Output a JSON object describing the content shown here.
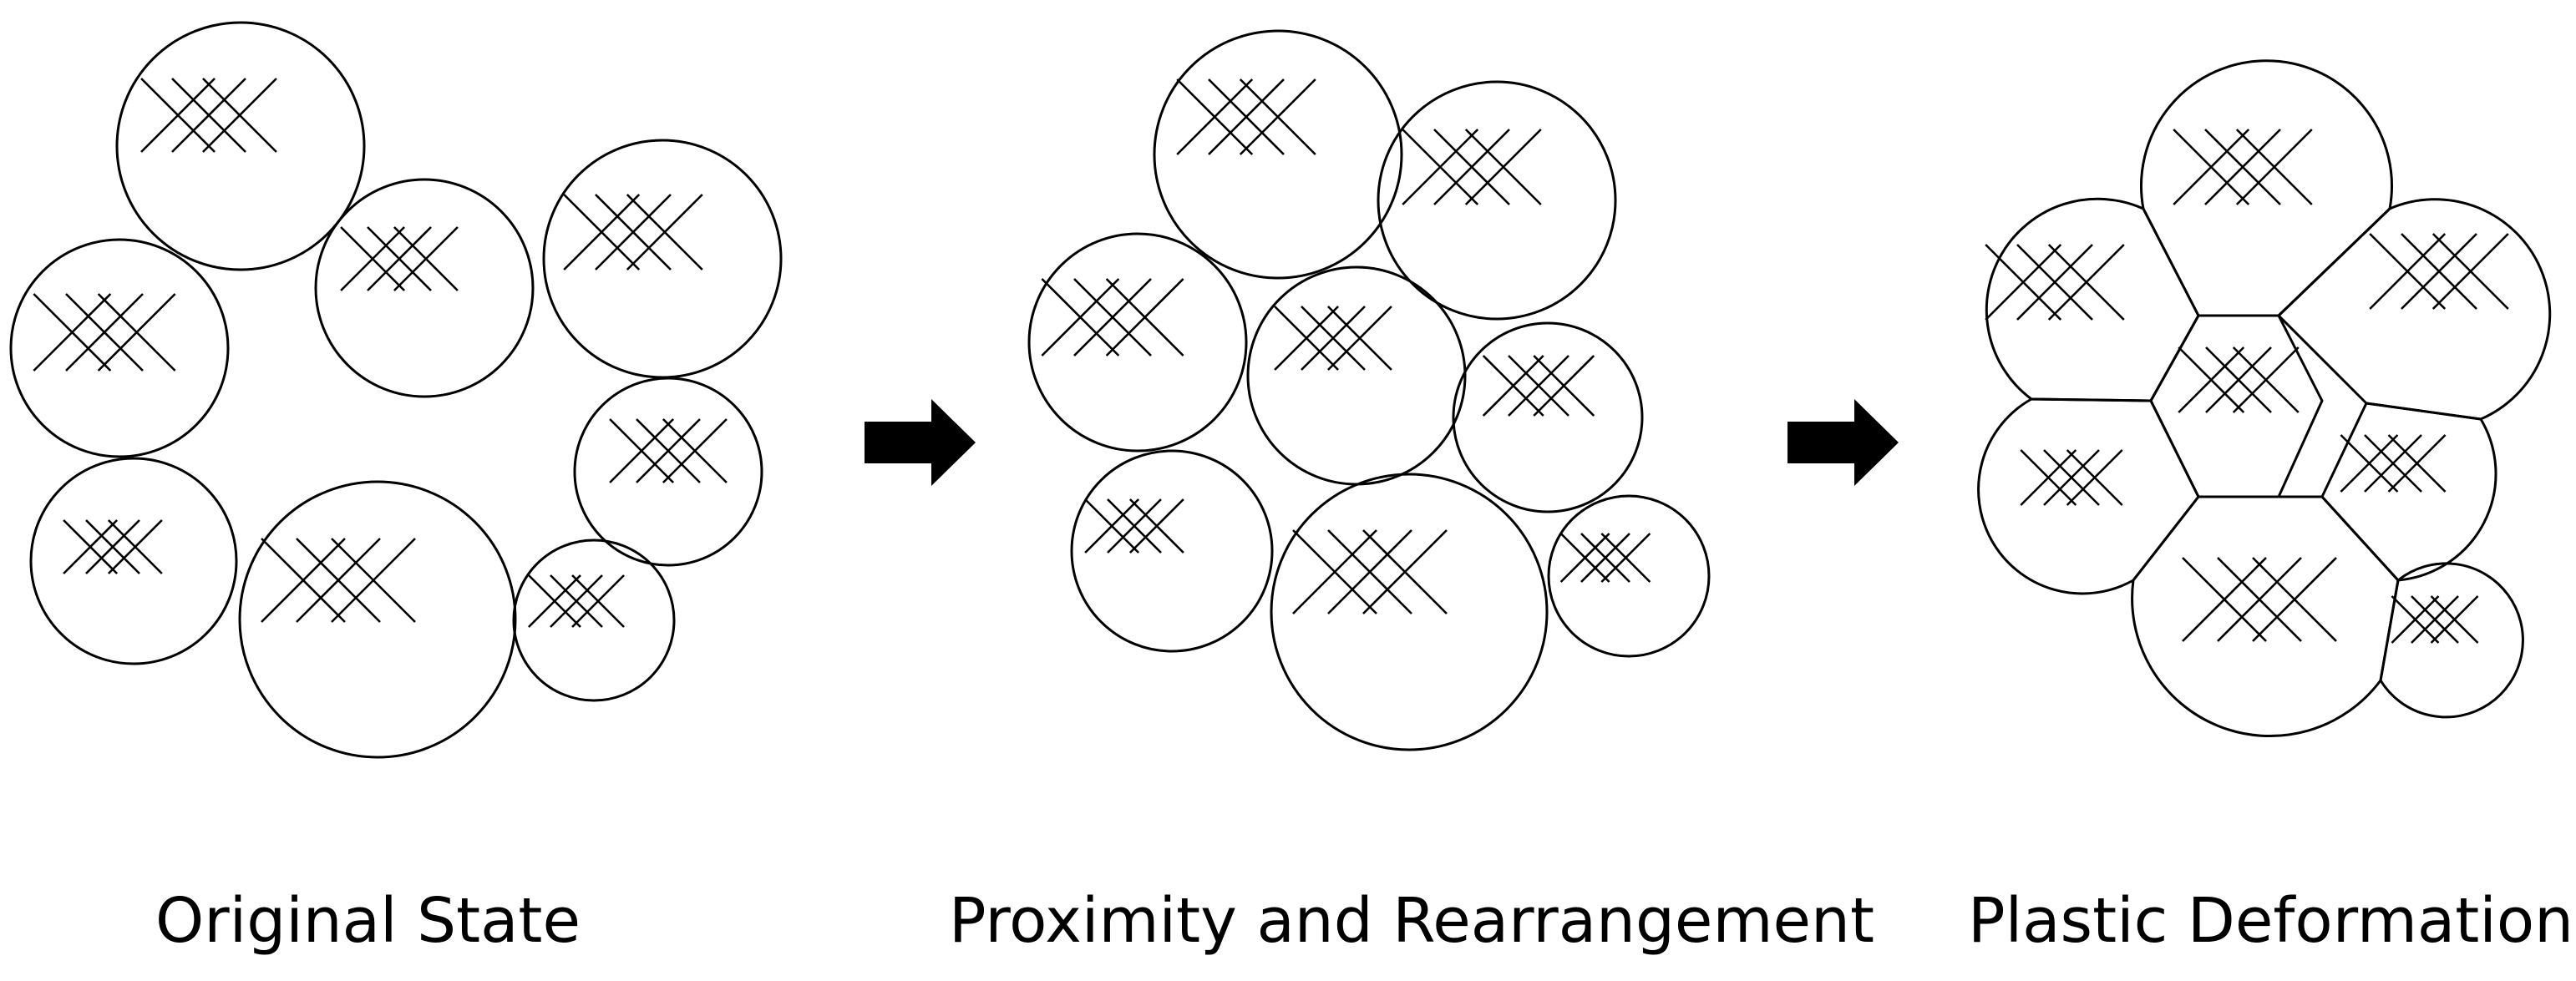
{
  "diagram": {
    "stages": [
      {
        "label": "Original State"
      },
      {
        "label": "Proximity and Rearrangement"
      },
      {
        "label": "Plastic Deformation"
      }
    ],
    "stroke_color": "#000000",
    "arrow_color": "#000000",
    "background": "#ffffff"
  }
}
